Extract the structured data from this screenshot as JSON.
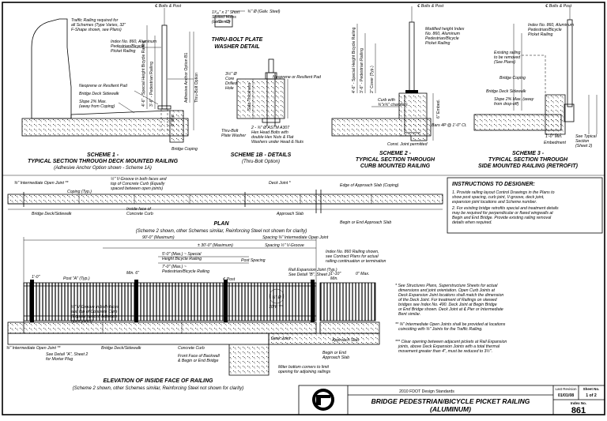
{
  "scheme1": {
    "title": "SCHEME 1 -",
    "subtitle": "TYPICAL SECTION THROUGH DECK MOUNTED RAILING",
    "note": "(Adhesive Anchor Option shown - Scheme 1A)",
    "labels": {
      "bolts": "℄ Bolts & Post",
      "traffic": "Traffic Railing required for all Schemes (Type Varies, 32\" F-Shape shown, see Plans)",
      "index860": "Index No. 860, Aluminum Pedestrian/Bicycle Picket Railing",
      "neoprene": "Neoprene or Resilient Pad",
      "sidewalk": "Bridge Deck Sidewalk",
      "slope": "Slope 2% Max. (away from Coping)",
      "coping": "Bridge Coping",
      "height": "4'-6\" - Special Height Bicycle Railing",
      "ped": "3'-6\" - Pedestrian Railing",
      "anchor": "Adhesive Anchor Option B1",
      "thru": "Thru-Bolt Option",
      "min": "6\" Min."
    }
  },
  "scheme1b": {
    "title": "SCHEME 1B - DETAILS",
    "note": "(Thru-Bolt Option)",
    "plate_title": "THRU-BOLT PLATE",
    "plate_title2": "WASHER DETAIL",
    "labels": {
      "slotted": "1 3/16\" x 1\" Short Slotted Holes (centered)",
      "galv": "¾\" Ø (Galv. Steel)",
      "core": "3½\" Ø Core Drilled Hole",
      "neoprene": "Neoprene or Resilient Pad",
      "deck": "Slab Thickness",
      "plate": "Thru-Bolt Plate Washer",
      "astm": "2 - ¾\" Ø ASTM A307 Hex Head Bolts with double Hex Nuts & Flat Washers under Head & Nuts"
    }
  },
  "scheme2": {
    "title": "SCHEME 2 -",
    "subtitle": "TYPICAL SECTION THROUGH",
    "subtitle2": "CURB MOUNTED RAILING",
    "labels": {
      "bolts": "℄ Bolts & Post",
      "modified": "Modified height Index No. 860, Aluminum Pedestrian/Bicycle Picket Railing",
      "curb": "Curb with ¾\"x¾\" chamfers",
      "bars": "Bars 4P @ 1'-0\" Ct.",
      "joint": "Const. Joint permitted",
      "height": "4'-6\" - Special Height Bicycle Railing",
      "ped": "3'-6\" - Pedestrian Railing",
      "cover": "2\" Cover (Typ.)",
      "embed": "6\" Embed."
    }
  },
  "scheme3": {
    "title": "SCHEME 3 -",
    "subtitle": "TYPICAL SECTION THROUGH",
    "subtitle2": "SIDE MOUNTED RAILING (RETROFIT)",
    "labels": {
      "bolts": "℄ Bolts & Post",
      "index860": "Index No. 860, Aluminum Pedestrian/Bicycle Picket Railing",
      "existing": "Existing railing to be removed (See Plans)",
      "coping": "Bridge Coping",
      "sidewalk": "Bridge Deck Sidewalk",
      "slope": "Slope 2% Max. (away from drop-off)",
      "curb": "See Typical Section (Sheet 2)",
      "embed": "Embedment",
      "min": "1'-0\" Min."
    }
  },
  "instructions": {
    "title": "INSTRUCTIONS TO DESIGNER:",
    "items": [
      "1. Provide railing layout Control Drawings in the Plans to show post spacing, curb joint, V-groove, deck joint, expansion joint locations and Scheme number.",
      "2. For existing bridge retrofits special and treatment details may be required for perpendicular or flared wingwalls at Begin and End Bridge. Provide existing railing removal details when required."
    ]
  },
  "plan": {
    "title": "PLAN",
    "note": "(Scheme 2 shown, other Schemes similar, Reinforcing Steel not shown for clarity)",
    "labels": {
      "intermediate": "⅜\" Intermediate Open Joint **",
      "vgroove": "½\" V-Groove in both faces and top of Concrete Curb (Equally spaced between open joints)",
      "coping": "Coping (Typ.)",
      "deck_joint": "Deck Joint *",
      "edge": "Edge of Approach Slab (Coping)",
      "sidewalk": "Bridge Deck/Sidewalk",
      "inside": "Inside face of Concrete Curb",
      "approach": "Approach Slab",
      "begin": "Begin or End Approach Slab"
    }
  },
  "elevation": {
    "title": "ELEVATION OF INSIDE FACE OF RAILING",
    "note": "(Scheme 2 shown, other Schemes similar, Reinforcing Steel not shown for clarity)",
    "labels": {
      "max90": "90'-0\" (Maximum)",
      "max30": "± 30'-0\" (Maximum)",
      "spacing1": "Spacing ⅜\" Intermediate Open Joint",
      "spacing2": "Spacing ½\" V-Groove",
      "special": "5'-0\" (Max.) ~ Special Height Bicycle Railing",
      "ped": "7'-0\" (Max.) ~ Pedestrian/Bicycle Railing",
      "post_spacing": "Post Spacing",
      "post": "℄ Post",
      "post_a": "Post \"A\" (Typ.)",
      "min6": "Min. 6\"",
      "rail_exp": "Rail Expansion Joint (Typ.) See Detail \"B\", Sheet 2",
      "index860": "Index No. 860 Railing shown, see Contract Plans for actual railing continuation or termination",
      "min10": "1'-10\" Min.",
      "max0": "0\" Max.",
      "min1": "1'-0\"",
      "vgroove": "½\" V-Groove in both faces and top of Concrete Curb (Equally spaced between open joints)",
      "intermediate": "⅜\" Intermediate Open Joint **",
      "detail_a": "See Detail \"A\", Sheet 2 for Mortar Plug",
      "sidewalk": "Bridge Deck/Sidewalk",
      "curb": "Concrete Curb",
      "front": "Front Face of Backwall & Begin or End Bridge",
      "deck_joint": "Deck Joint",
      "approach": "Approach Slab",
      "begin": "Begin or End Approach Slab",
      "miter": "Miter bottom corners to limit opening for adjoining railings",
      "slope": "70°F ***",
      "gap": "¾\" Ø"
    }
  },
  "notes": [
    "* See Structures Plans, Superstructure Sheets for actual dimensions and joint orientation. Open Curb Joints at Deck Expansion Joint locations shall match the dimension of the Deck Joint. For treatment of Railings on skewed bridges see Index No. 490. Deck Joint at Begin Bridge or End Bridge shown. Deck Joint at ℄ Pier or Intermediate Bent similar.",
    "** ⅜\" Intermediate Open Joints shall be provided at locations coinciding with ⅜\" Joints for the Traffic Railing.",
    "*** Clear opening between adjacent pickets at Rail Expansion joints, above Deck Expansion Joints with a total thermal movement greater than 4\", must be reduced to 3½\"."
  ],
  "title_block": {
    "standards": "2010 FDOT Design Standards",
    "title1": "BRIDGE PEDESTRIAN/BICYCLE PICKET RAILING",
    "title2": "(ALUMINUM)",
    "revision_label": "Last Revision",
    "revision": "01/01/08",
    "sheet_label": "Sheet No.",
    "sheet": "1 of 2",
    "index_label": "Index No.",
    "index": "861"
  }
}
